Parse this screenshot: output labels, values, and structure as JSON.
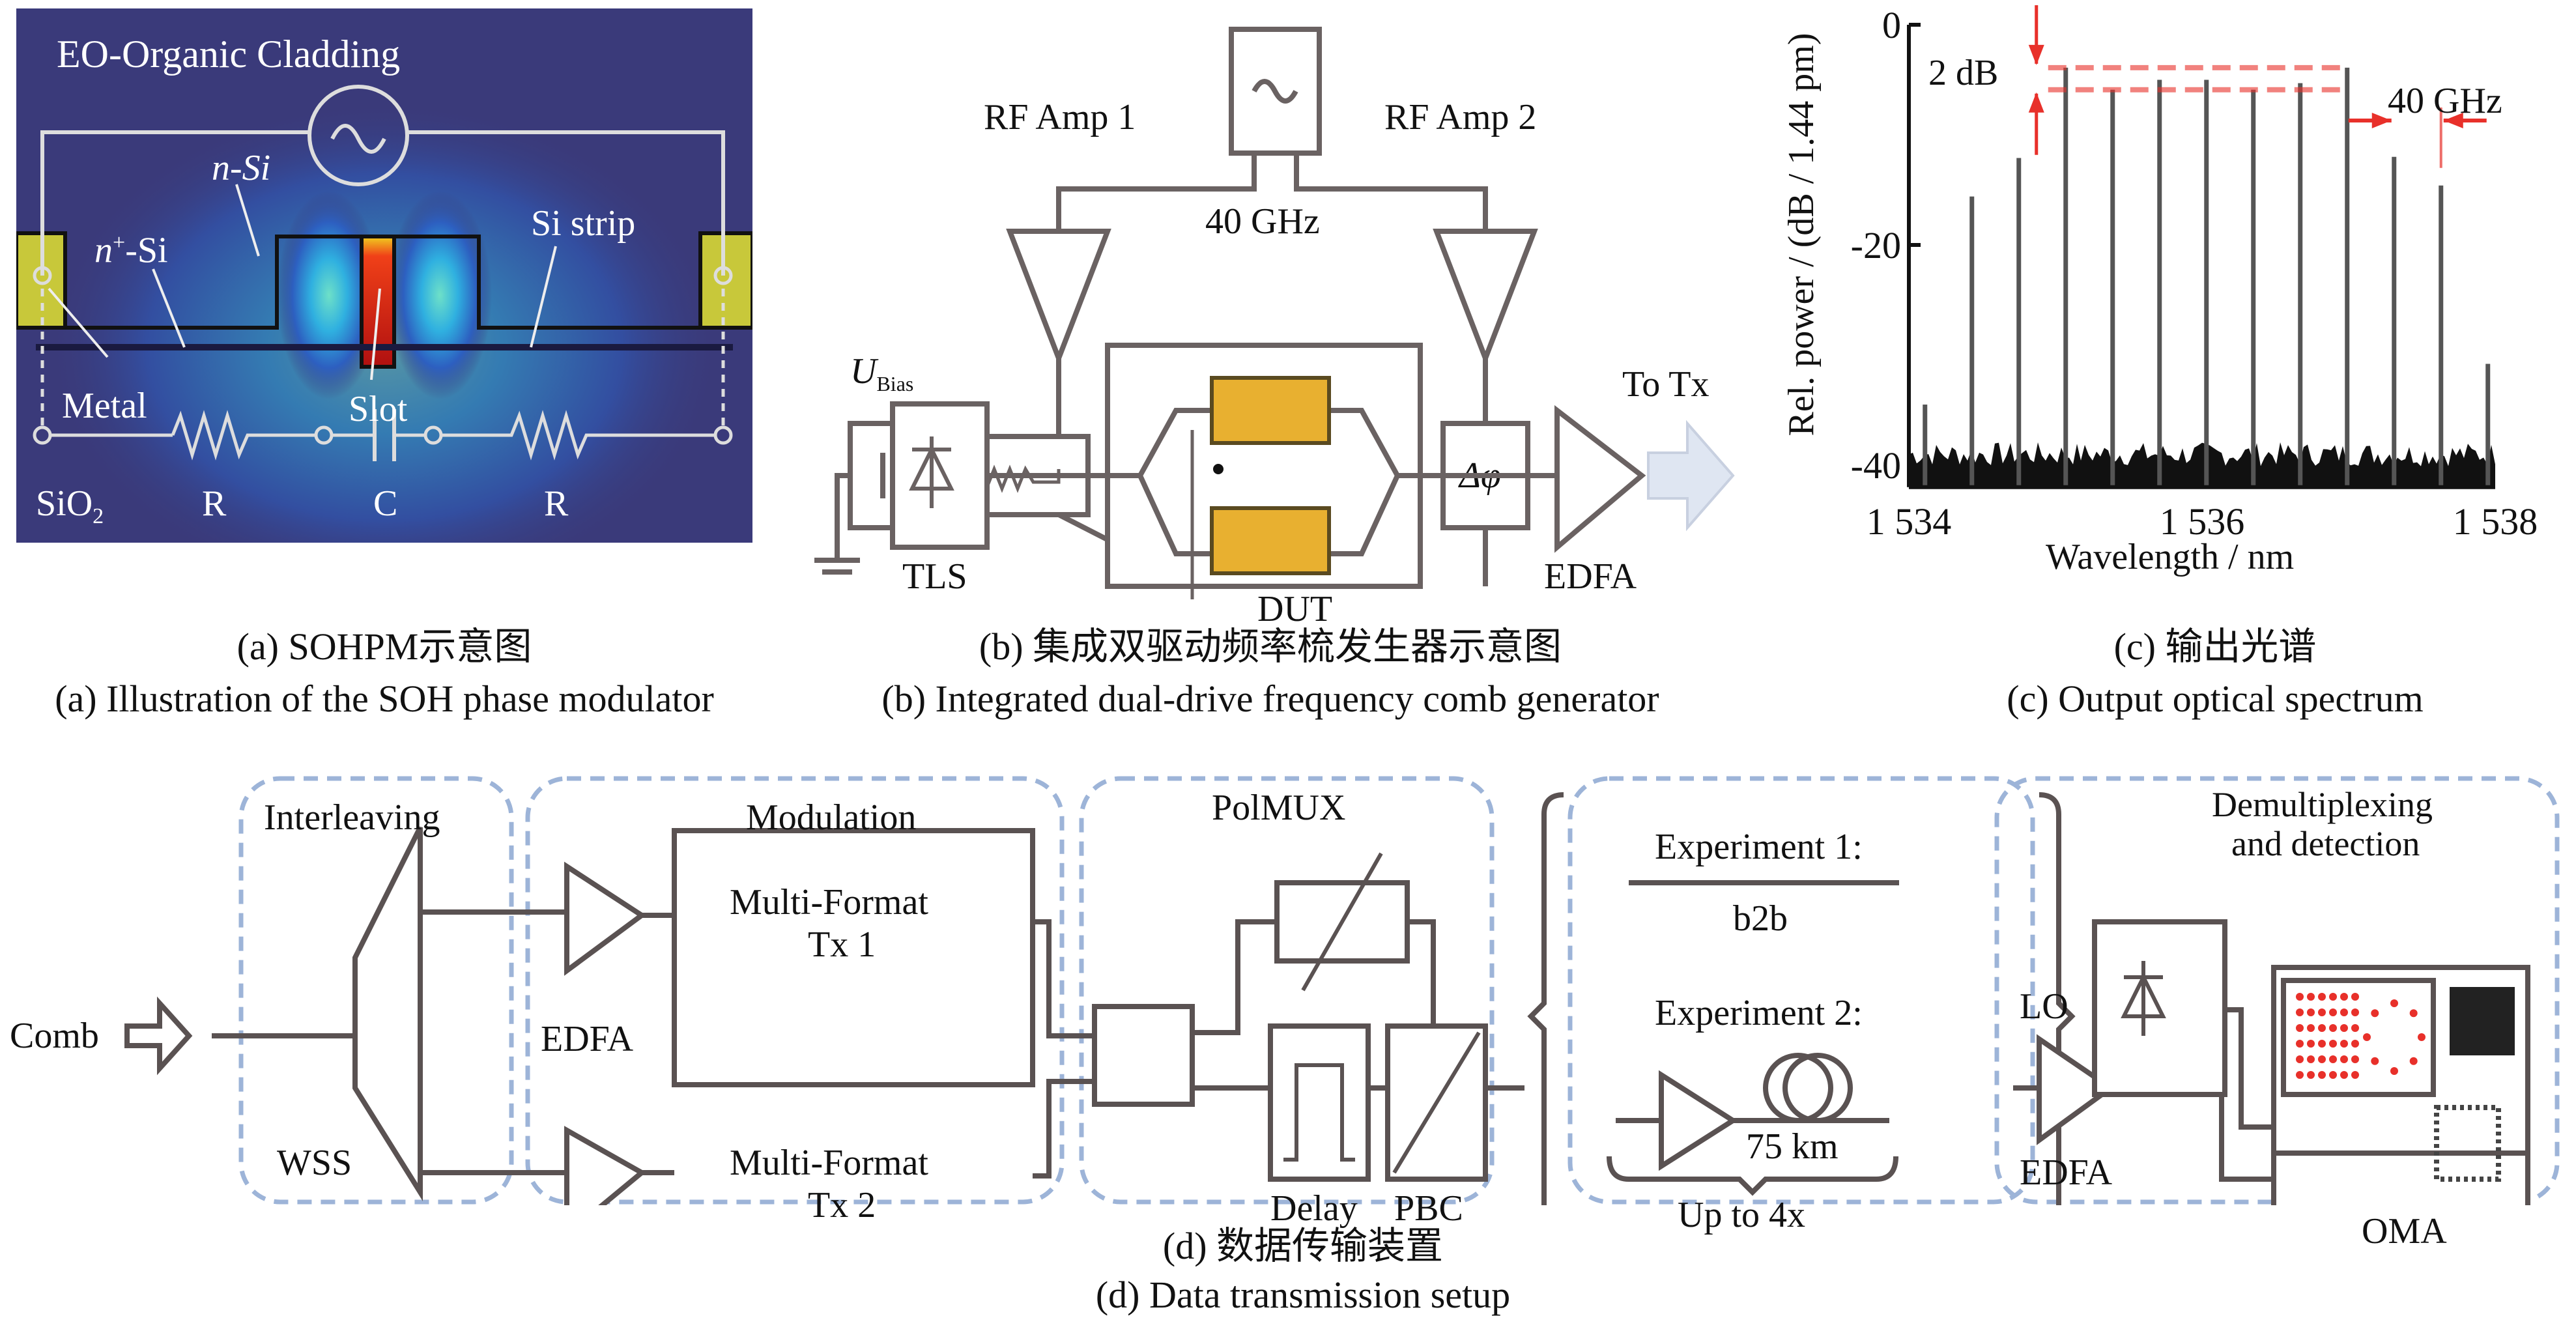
{
  "figure": {
    "panel_a": {
      "labels": {
        "cladding": "EO-Organic Cladding",
        "n_si": "n-Si",
        "n_plus_si_base": "n",
        "n_plus_si_sup": "+",
        "n_plus_si_rest": "-Si",
        "si_strip": "Si strip",
        "metal": "Metal",
        "slot": "Slot",
        "sio2_base": "SiO",
        "sio2_sub": "2",
        "r_left": "R",
        "c": "C",
        "r_right": "R"
      },
      "caption_cn": "(a) SOHPM示意图",
      "caption_en": "(a) Illustration of the SOH phase modulator",
      "colors": {
        "background": "#3a3a7a",
        "metal": "#c8c83a",
        "slot": "#d8201a"
      }
    },
    "panel_b": {
      "labels": {
        "rf_amp_1": "RF Amp 1",
        "rf_amp_2": "RF Amp 2",
        "source_freq": "40 GHz",
        "u_bias_main": "U",
        "u_bias_sub": "Bias",
        "phase_shift": "Δφ",
        "tls": "TLS",
        "dut": "DUT",
        "edfa": "EDFA",
        "to_tx": "To Tx"
      },
      "caption_cn": "(b) 集成双驱动频率梳发生器示意图",
      "caption_en": "(b) Integrated dual-drive frequency comb generator",
      "colors": {
        "electrode": "#e8b030"
      }
    },
    "panel_c": {
      "caption_cn": "(c) 输出光谱",
      "caption_en": "(c) Output optical spectrum",
      "annotations": {
        "flatness": "2 dB",
        "spacing": "40 GHz"
      },
      "colors": {
        "annotation": "#e8302a",
        "lines": "#555555",
        "noise": "#111111"
      }
    },
    "panel_d": {
      "groups": {
        "interleaving": "Interleaving",
        "modulation": "Modulation",
        "polmux": "PolMUX",
        "demux_line1": "Demultiplexing",
        "demux_line2": "and detection"
      },
      "labels": {
        "comb": "Comb",
        "wss": "WSS",
        "edfa_mod": "EDFA",
        "tx1_line1": "Multi-Format",
        "tx1_line2": "Tx 1",
        "tx2_line1": "Multi-Format",
        "tx2_line2": "Tx 2",
        "delay": "Delay",
        "pbc": "PBC",
        "exp1": "Experiment 1:",
        "b2b": "b2b",
        "exp2": "Experiment 2:",
        "span": "75 km",
        "repeat": "Up to 4x",
        "lo": "LO",
        "edfa_rx": "EDFA",
        "oma": "OMA"
      },
      "caption_cn": "(d) 数据传输装置",
      "caption_en": "(d) Data transmission setup",
      "colors": {
        "group_border": "#9db4d8",
        "component": "#5a5252",
        "constellation": "#e8302a"
      }
    }
  },
  "chart_data": {
    "type": "bar",
    "title": "",
    "xlabel": "Wavelength / nm",
    "ylabel": "Rel. power / (dB / 1.44 pm)",
    "xlim": [
      1534,
      1538
    ],
    "ylim": [
      -42,
      0
    ],
    "xticks": [
      1534,
      1536,
      1538
    ],
    "xtick_labels": [
      "1 534",
      "1 536",
      "1 538"
    ],
    "yticks": [
      0,
      -20,
      -40
    ],
    "ytick_labels": [
      "0",
      "-20",
      "-40"
    ],
    "grid": false,
    "legend": "none",
    "noise_floor_db": -39,
    "series": [
      {
        "name": "comb lines",
        "x": [
          1534.11,
          1534.43,
          1534.75,
          1535.07,
          1535.39,
          1535.71,
          1536.03,
          1536.35,
          1536.67,
          1536.99,
          1537.31,
          1537.63,
          1537.95
        ],
        "values": [
          -34.5,
          -15.6,
          -12.1,
          -3.9,
          -5.9,
          -5.0,
          -5.0,
          -5.9,
          -5.3,
          -3.9,
          -12.0,
          -14.6,
          -30.8
        ]
      }
    ],
    "annotations": [
      {
        "text": "2 dB",
        "type": "vertical-span",
        "from": -3.9,
        "to": -5.9
      },
      {
        "text": "40 GHz",
        "type": "horizontal-span",
        "from": 1537.31,
        "to": 1537.63
      }
    ]
  }
}
